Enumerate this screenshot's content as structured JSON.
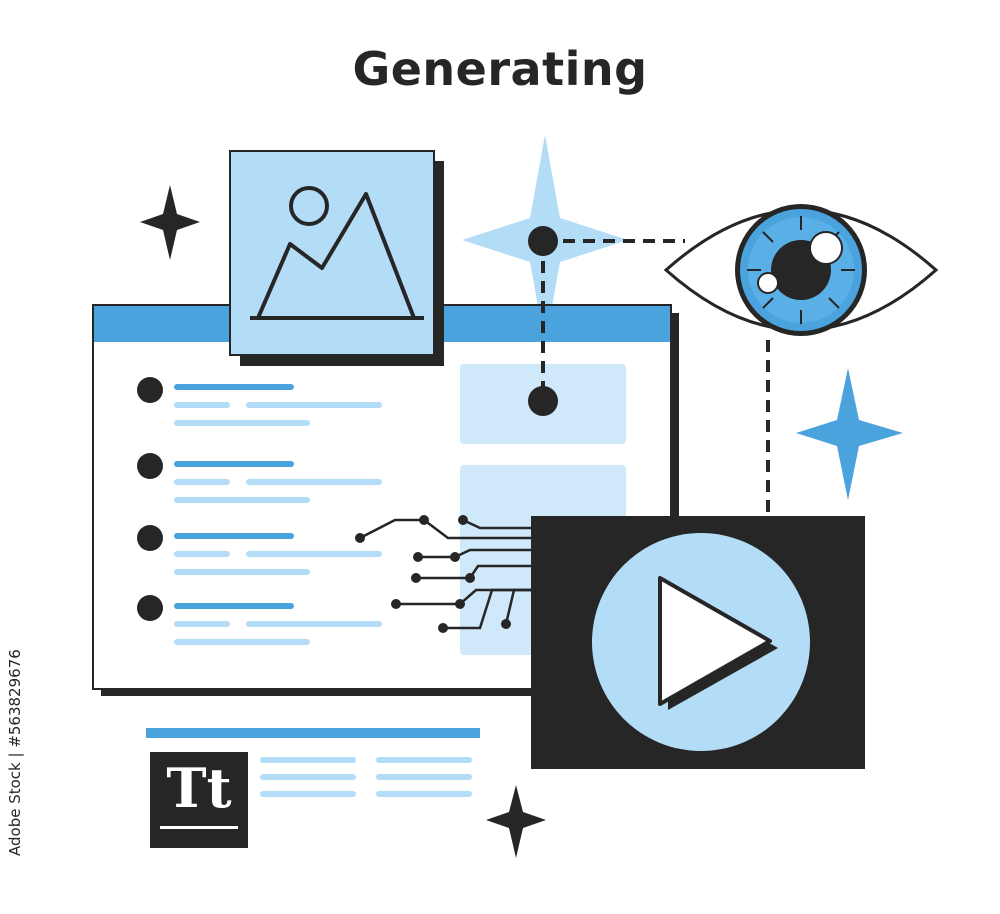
{
  "title": "Generating",
  "typography_icon_label": "Tt",
  "watermark_text": "Adobe Stock | #563829676",
  "colors": {
    "dark": "#262626",
    "primary_blue": "#4aa3dc",
    "light_blue": "#b3dcf7",
    "pale_blue": "#cfe9fa",
    "white": "#ffffff"
  },
  "icons": [
    "image-icon",
    "eye-icon",
    "play-icon",
    "sparkle-icon",
    "circuit-icon",
    "typography-icon"
  ]
}
